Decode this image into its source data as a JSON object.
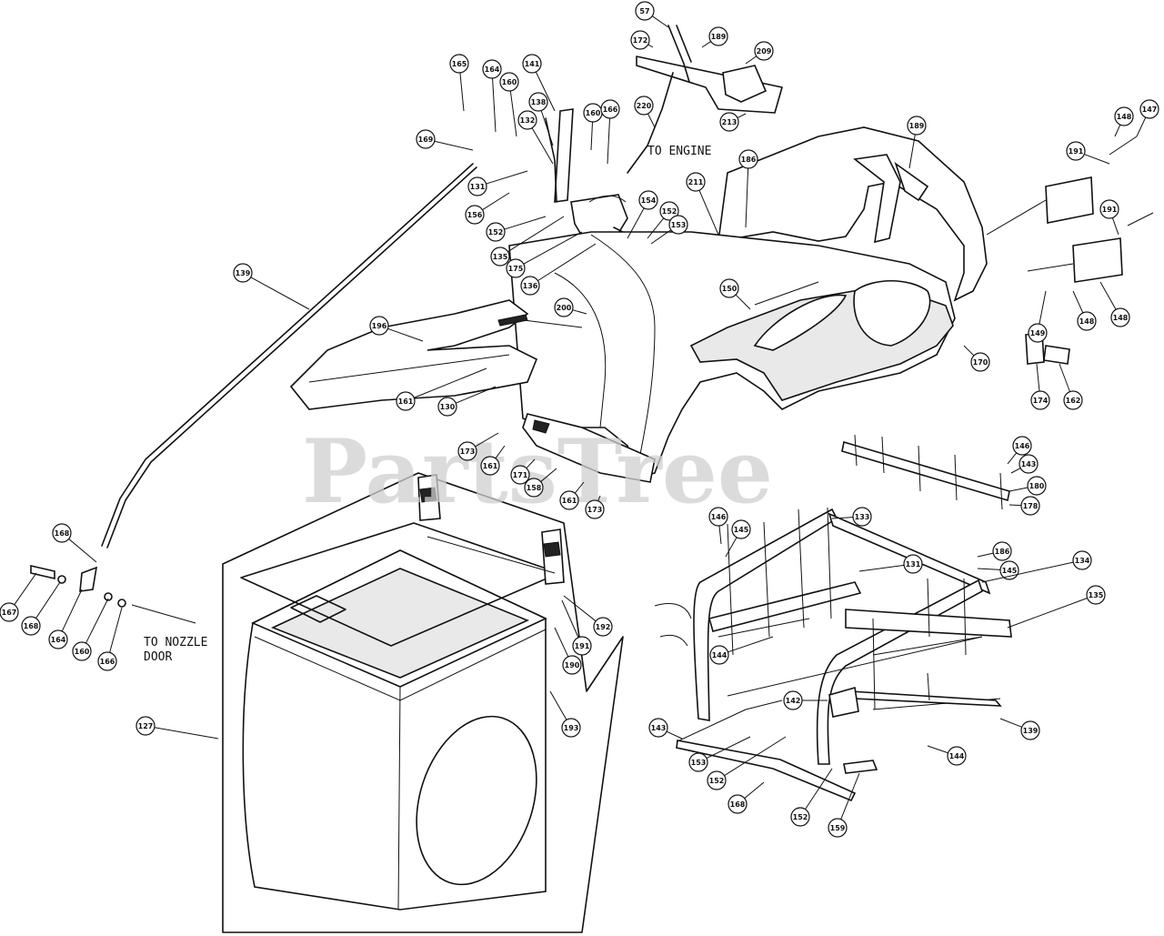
{
  "watermark": "PartsTree",
  "notes": {
    "to_engine": "TO ENGINE",
    "to_nozzle_line1": "TO NOZZLE",
    "to_nozzle_line2": "DOOR"
  },
  "callouts": [
    "57",
    "172",
    "189",
    "209",
    "220",
    "213",
    "165",
    "164",
    "160",
    "141",
    "138",
    "132",
    "160",
    "166",
    "169",
    "131",
    "156",
    "152",
    "135",
    "175",
    "136",
    "154",
    "152",
    "153",
    "211",
    "186",
    "189",
    "191",
    "148",
    "147",
    "191",
    "149",
    "148",
    "148",
    "139",
    "200",
    "196",
    "150",
    "170",
    "161",
    "130",
    "174",
    "162",
    "173",
    "161",
    "171",
    "158",
    "161",
    "173",
    "146",
    "143",
    "180",
    "178",
    "168",
    "167",
    "168",
    "164",
    "160",
    "166",
    "146",
    "145",
    "133",
    "131",
    "186",
    "145",
    "134",
    "135",
    "144",
    "142",
    "143",
    "153",
    "152",
    "168",
    "152",
    "159",
    "144",
    "139",
    "127",
    "192",
    "191",
    "190",
    "193"
  ]
}
